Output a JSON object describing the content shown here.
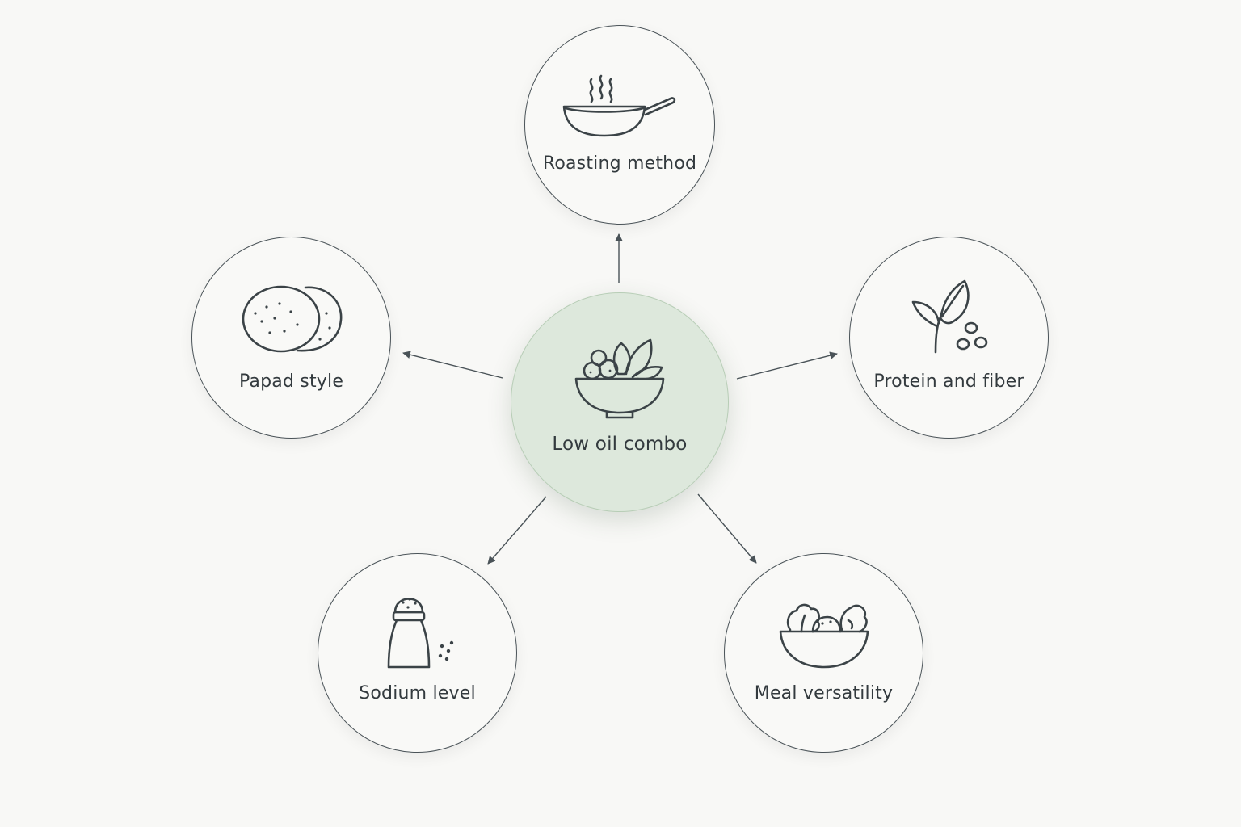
{
  "diagram": {
    "center": {
      "label": "Low oil combo",
      "icon": "salad-bowl-icon"
    },
    "nodes": [
      {
        "id": "roasting",
        "label": "Roasting method",
        "icon": "frying-pan-icon"
      },
      {
        "id": "papad",
        "label": "Papad style",
        "icon": "papad-icon"
      },
      {
        "id": "protein",
        "label": "Protein and fiber",
        "icon": "leaf-and-seeds-icon"
      },
      {
        "id": "sodium",
        "label": "Sodium level",
        "icon": "salt-shaker-icon"
      },
      {
        "id": "meal",
        "label": "Meal versatility",
        "icon": "vegetable-bowl-icon"
      }
    ]
  },
  "colors": {
    "background": "#f8f8f6",
    "center_fill": "#dde8dc",
    "outline": "#4a5358",
    "text": "#333a3e"
  }
}
